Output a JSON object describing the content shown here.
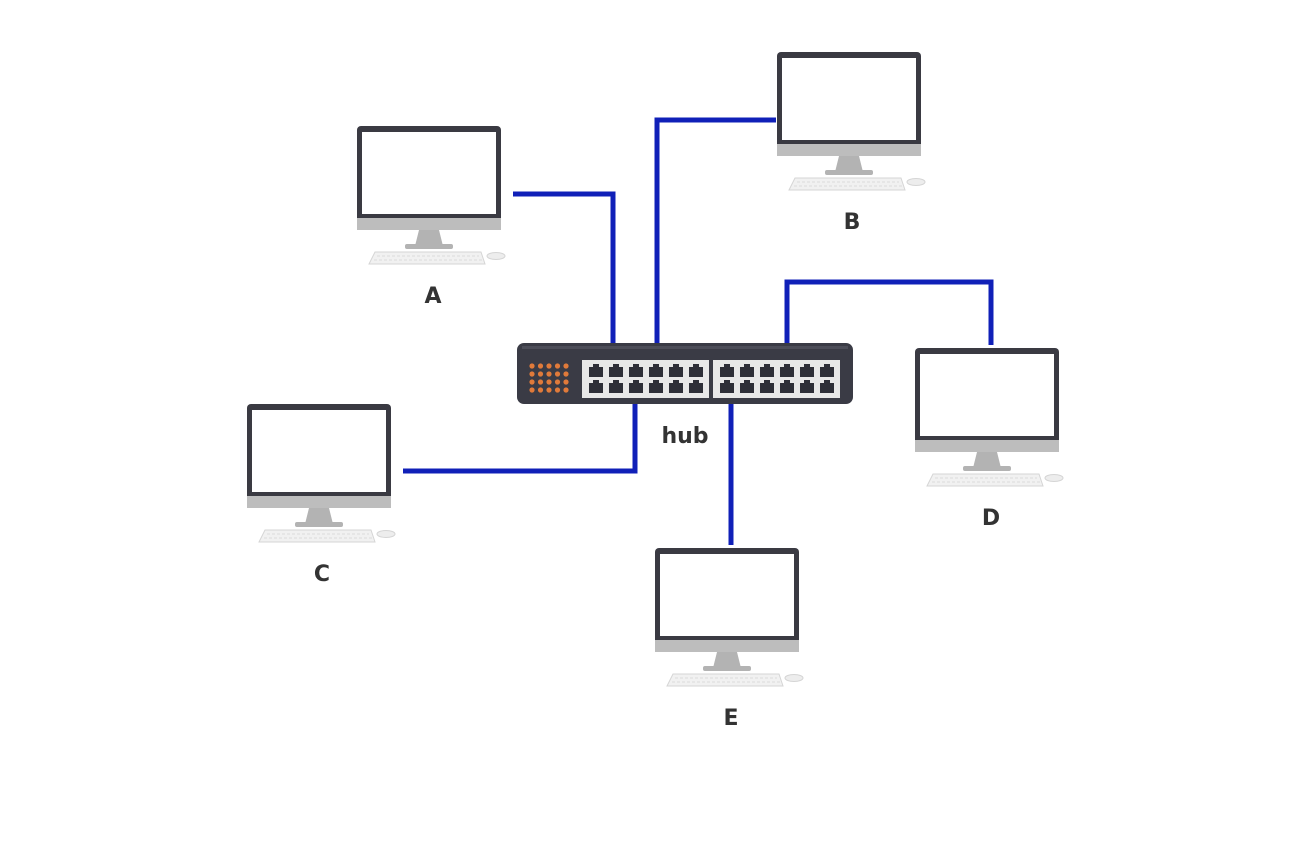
{
  "diagram": {
    "hub_label": "hub",
    "computers": [
      {
        "id": "A",
        "label": "A"
      },
      {
        "id": "B",
        "label": "B"
      },
      {
        "id": "C",
        "label": "C"
      },
      {
        "id": "D",
        "label": "D"
      },
      {
        "id": "E",
        "label": "E"
      }
    ],
    "links": [
      {
        "from": "A",
        "to": "hub"
      },
      {
        "from": "B",
        "to": "hub"
      },
      {
        "from": "C",
        "to": "hub"
      },
      {
        "from": "D",
        "to": "hub"
      },
      {
        "from": "E",
        "to": "hub"
      }
    ],
    "colors": {
      "cable": "#1020b8",
      "monitor_frame": "#3a3a42",
      "monitor_stand": "#b9b9b9",
      "hub_body": "#3a3b45",
      "hub_port_panel": "#e8e8e8",
      "hub_led": "#e07a3a",
      "label": "#333333"
    }
  }
}
